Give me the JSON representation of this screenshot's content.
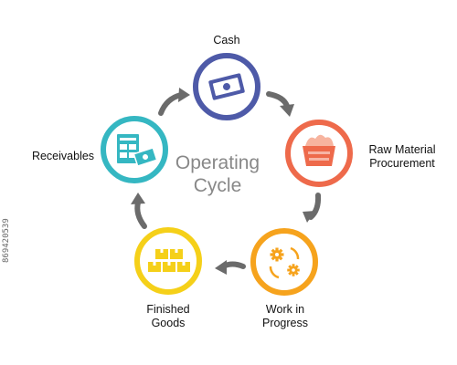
{
  "center": {
    "line1": "Operating",
    "line2": "Cycle"
  },
  "stages": {
    "cash": {
      "label": "Cash",
      "color": "#4e5aa8",
      "icon": "banknote-icon"
    },
    "raw": {
      "line1": "Raw Material",
      "line2": "Procurement",
      "color": "#ee6a4b",
      "icon": "basket-icon"
    },
    "wip": {
      "line1": "Work in",
      "line2": "Progress",
      "color": "#f6a31d",
      "icon": "gears-icon"
    },
    "finished": {
      "line1": "Finished",
      "line2": "Goods",
      "color": "#f5d019",
      "icon": "boxes-icon"
    },
    "receivables": {
      "label": "Receivables",
      "color": "#35b7c2",
      "icon": "invoice-icon"
    }
  },
  "arrow_color": "#6b6b6b",
  "stock_id": "869420539"
}
